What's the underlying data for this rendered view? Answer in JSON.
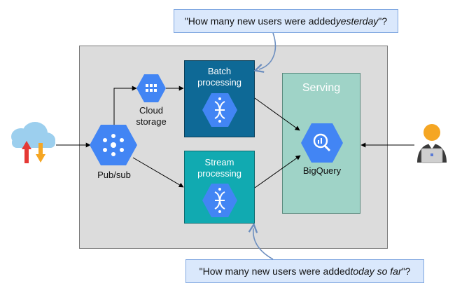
{
  "callouts": {
    "top": {
      "prefix": "\"How many new users were added ",
      "emph": "yesterday",
      "suffix": "\"?"
    },
    "bottom": {
      "prefix": "\"How many new users were added ",
      "emph": "today so far",
      "suffix": "\"?"
    }
  },
  "nodes": {
    "batch_title_line1": "Batch",
    "batch_title_line2": "processing",
    "stream_title_line1": "Stream",
    "stream_title_line2": "processing",
    "serving_title": "Serving",
    "bigquery": "BigQuery",
    "pubsub": "Pub/sub",
    "storage_line1": "Cloud",
    "storage_line2": "storage"
  },
  "icons": [
    "cloud-upload-download-icon",
    "pubsub-icon",
    "cloud-storage-icon",
    "dataflow-icon",
    "bigquery-icon",
    "user-laptop-icon"
  ],
  "colors": {
    "google_blue": "#4285f4",
    "batch_fill": "#0e6996",
    "stream_fill": "#11aab1",
    "serving_fill": "#9fd3c7",
    "callout_fill": "#dae8fc",
    "callout_arrow": "#6c8ebf"
  }
}
